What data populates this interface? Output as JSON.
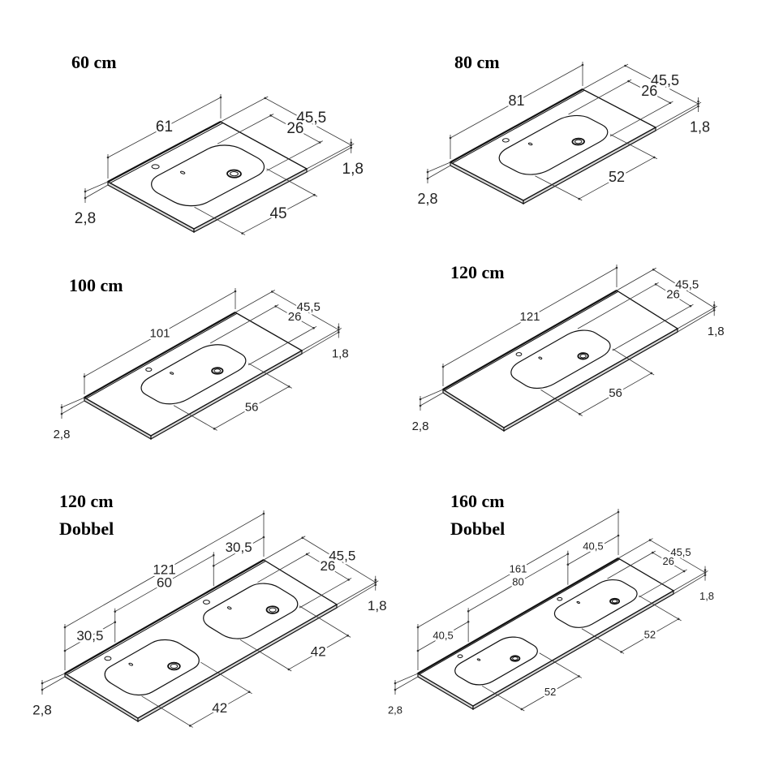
{
  "panels": [
    {
      "title": "60 cm",
      "subtitle": null,
      "length": "61",
      "depth": "45,5",
      "basin_depth": "26",
      "basin_width": "45",
      "top_thickness": "1,8",
      "thickness": "2,8"
    },
    {
      "title": "80 cm",
      "subtitle": null,
      "length": "81",
      "depth": "45,5",
      "basin_depth": "26",
      "basin_width": "52",
      "top_thickness": "1,8",
      "thickness": "2,8"
    },
    {
      "title": "100 cm",
      "subtitle": null,
      "length": "101",
      "depth": "45,5",
      "basin_depth": "26",
      "basin_width": "56",
      "top_thickness": "1,8",
      "thickness": "2,8"
    },
    {
      "title": "120 cm",
      "subtitle": null,
      "length": "121",
      "depth": "45,5",
      "basin_depth": "26",
      "basin_width": "56",
      "top_thickness": "1,8",
      "thickness": "2,8"
    },
    {
      "title": "120 cm",
      "subtitle": "Dobbel",
      "length": "121",
      "depth": "45,5",
      "basin_depth": "26",
      "basin_width": "42",
      "top_thickness": "1,8",
      "thickness": "2,8",
      "segments": [
        "30,5",
        "60",
        "30,5"
      ]
    },
    {
      "title": "160 cm",
      "subtitle": "Dobbel",
      "length": "161",
      "depth": "45,5",
      "basin_depth": "26",
      "basin_width": "52",
      "top_thickness": "1,8",
      "thickness": "2,8",
      "segments": [
        "40,5",
        "80",
        "40,5"
      ]
    }
  ]
}
